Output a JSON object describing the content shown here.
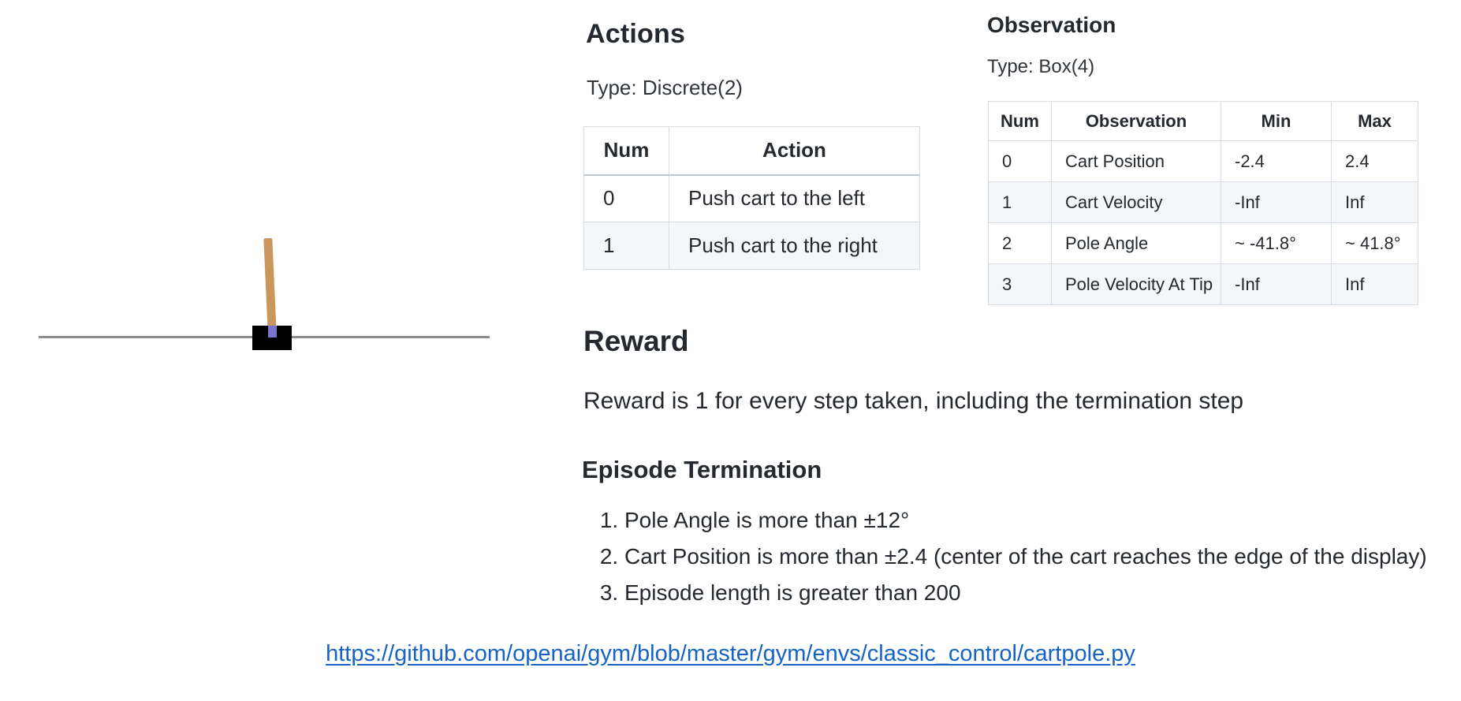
{
  "cartpole": {
    "track_color": "#8d8d8f",
    "cart_color": "#000000",
    "pole_color": "#cb955e",
    "axle_color": "#7b74cf"
  },
  "actions": {
    "heading": "Actions",
    "type_line": "Type: Discrete(2)",
    "table": {
      "headers": [
        "Num",
        "Action"
      ],
      "rows": [
        [
          "0",
          "Push cart to the left"
        ],
        [
          "1",
          "Push cart to the right"
        ]
      ]
    }
  },
  "observation": {
    "heading": "Observation",
    "type_line": "Type: Box(4)",
    "table": {
      "headers": [
        "Num",
        "Observation",
        "Min",
        "Max"
      ],
      "rows": [
        [
          "0",
          "Cart Position",
          "-2.4",
          "2.4"
        ],
        [
          "1",
          "Cart Velocity",
          "-Inf",
          "Inf"
        ],
        [
          "2",
          "Pole Angle",
          "~ -41.8°",
          "~ 41.8°"
        ],
        [
          "3",
          "Pole Velocity At Tip",
          "-Inf",
          "Inf"
        ]
      ]
    }
  },
  "reward": {
    "heading": "Reward",
    "text": "Reward is 1 for every step taken, including the termination step"
  },
  "episode_termination": {
    "heading": "Episode Termination",
    "items": [
      "Pole Angle is more than ±12°",
      "Cart Position is more than ±2.4 (center of the cart reaches the edge of the display)",
      "Episode length is greater than 200"
    ]
  },
  "link": {
    "text": "https://github.com/openai/gym/blob/master/gym/envs/classic_control/cartpole.py",
    "color": "#1563c7"
  }
}
